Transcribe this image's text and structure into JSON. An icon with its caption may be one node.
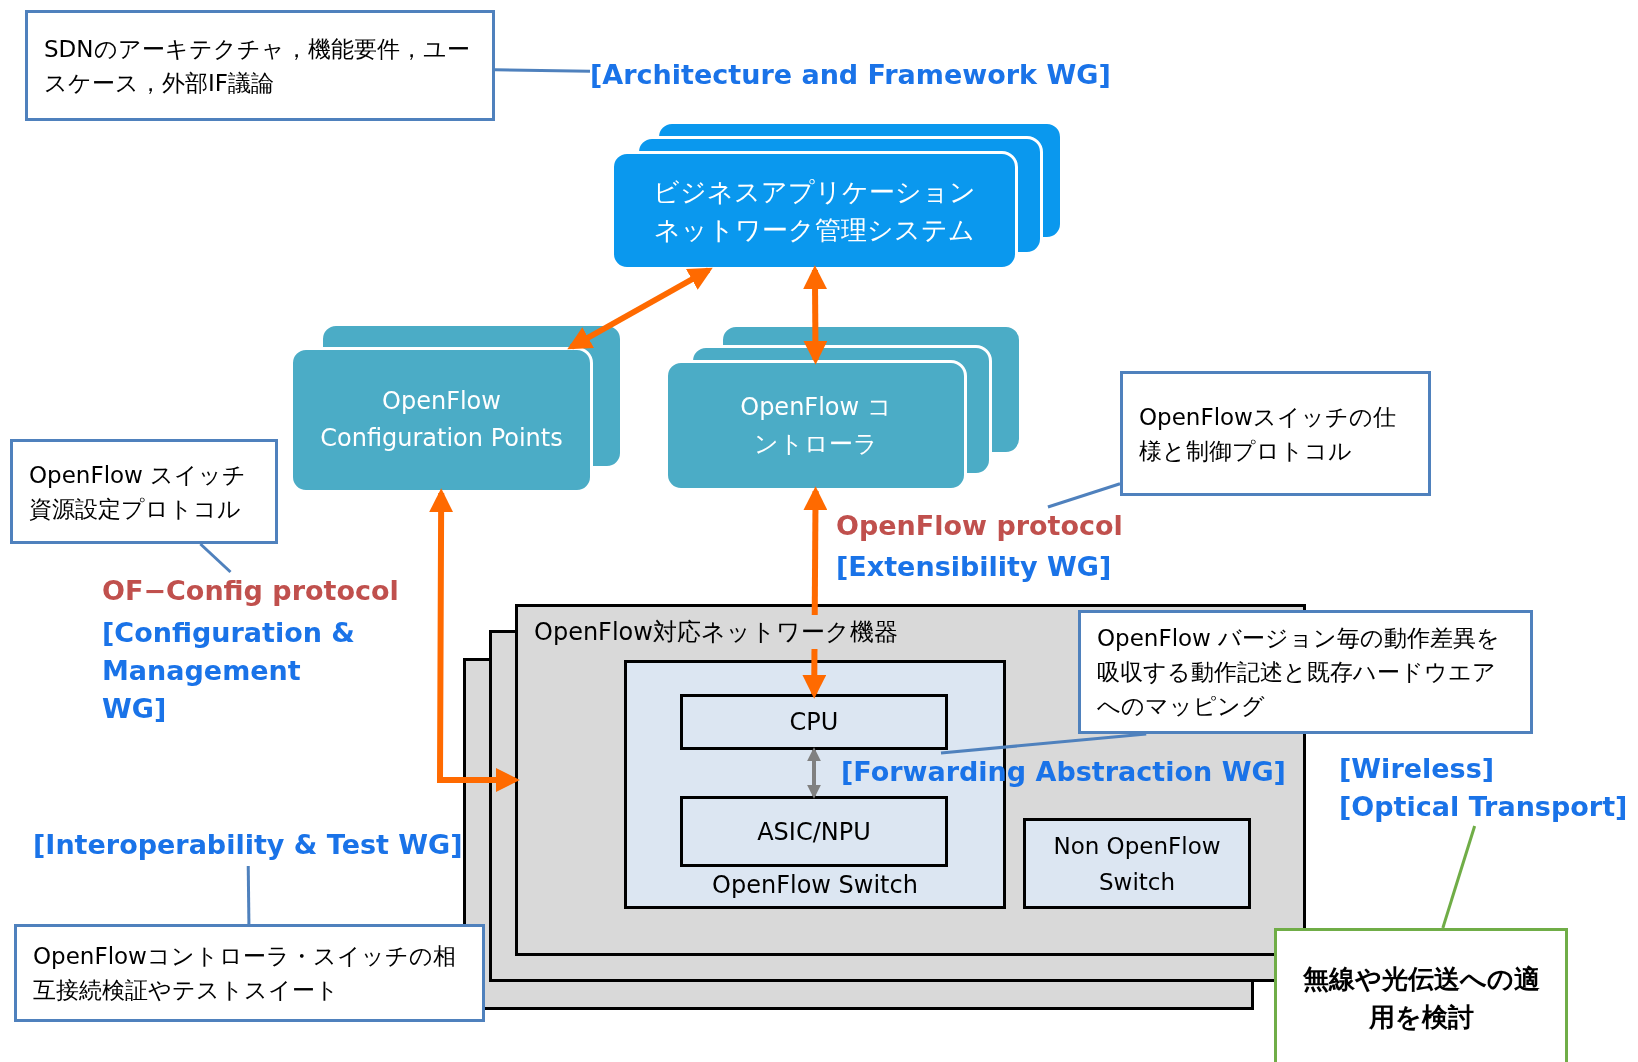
{
  "diagram": {
    "nodes": [
      {
        "text": [
          "SDNのアーキテクチャ，機能要件，ユースケース，外部IF議論"
        ]
      },
      {
        "text": [
          "[Architecture and Framework WG]"
        ]
      },
      {
        "text": [
          "ビジネスアプリケーションネットワーク管理システム"
        ]
      },
      {
        "text": [
          "OpenFlow Configuration Points"
        ]
      },
      {
        "text": [
          "OpenFlow コントローラ"
        ]
      },
      {
        "text": [
          "OpenFlowスイッチの仕様と制御プロトコル"
        ]
      },
      {
        "text": [
          "OpenFlow protocol"
        ]
      },
      {
        "text": [
          "[Extensibility WG]"
        ]
      },
      {
        "text": [
          "OpenFlow スイッチ資源設定プロトコル"
        ]
      },
      {
        "text": [
          "OF−Config protocol"
        ]
      },
      {
        "text": [
          "[Configuration & Management WG]"
        ]
      },
      {
        "text": [
          "OpenFlow対応ネットワーク機器"
        ]
      },
      {
        "text": [
          "OpenFlow Switch"
        ],
        "in": 11
      },
      {
        "text": [
          "CPU"
        ],
        "in": 12
      },
      {
        "text": [
          "ASIC/NPU"
        ],
        "in": 12
      },
      {
        "text": [
          "Non OpenFlow Switch"
        ],
        "in": 11
      },
      {
        "text": [
          "OpenFlow バージョン毎の動作差異を吸収する動作記述と既存ハードウエアへのマッピング"
        ]
      },
      {
        "text": [
          "[Forwarding Abstraction WG]"
        ],
        "in": 11
      },
      {
        "text": [
          "[Wireless]",
          "[Optical Transport]"
        ]
      },
      {
        "text": [
          "無線や光伝送への適用を検討"
        ]
      },
      {
        "text": [
          "[Interoperability & Test WG]"
        ]
      },
      {
        "text": [
          "OpenFlowコントローラ・スイッチの相互接続検証やテストスイート"
        ]
      }
    ],
    "edges": [
      {
        "from": 2,
        "to": 3,
        "arrow": "both",
        "style": "thick",
        "color": "#ff6a00"
      },
      {
        "from": 2,
        "to": 4,
        "arrow": "both",
        "style": "thick",
        "color": "#ff6a00"
      },
      {
        "from": 3,
        "to": 11,
        "arrow": "both",
        "style": "thick",
        "color": "#ff6a00"
      },
      {
        "from": 4,
        "to": 13,
        "arrow": "both",
        "style": "thick",
        "color": "#ff6a00"
      },
      {
        "from": 13,
        "to": 14,
        "arrow": "both",
        "color": "#808080"
      },
      {
        "from": 0,
        "to": 1,
        "arrow": "none",
        "color": "#4f81bd"
      },
      {
        "from": 5,
        "to": 6,
        "arrow": "none",
        "color": "#4f81bd"
      },
      {
        "from": 8,
        "to": 9,
        "arrow": "none",
        "color": "#4f81bd"
      },
      {
        "from": 16,
        "to": 17,
        "arrow": "none",
        "color": "#4f81bd"
      },
      {
        "from": 19,
        "to": 18,
        "arrow": "none",
        "color": "#70ad47"
      },
      {
        "from": 21,
        "to": 20,
        "arrow": "none",
        "color": "#4f81bd"
      }
    ]
  }
}
